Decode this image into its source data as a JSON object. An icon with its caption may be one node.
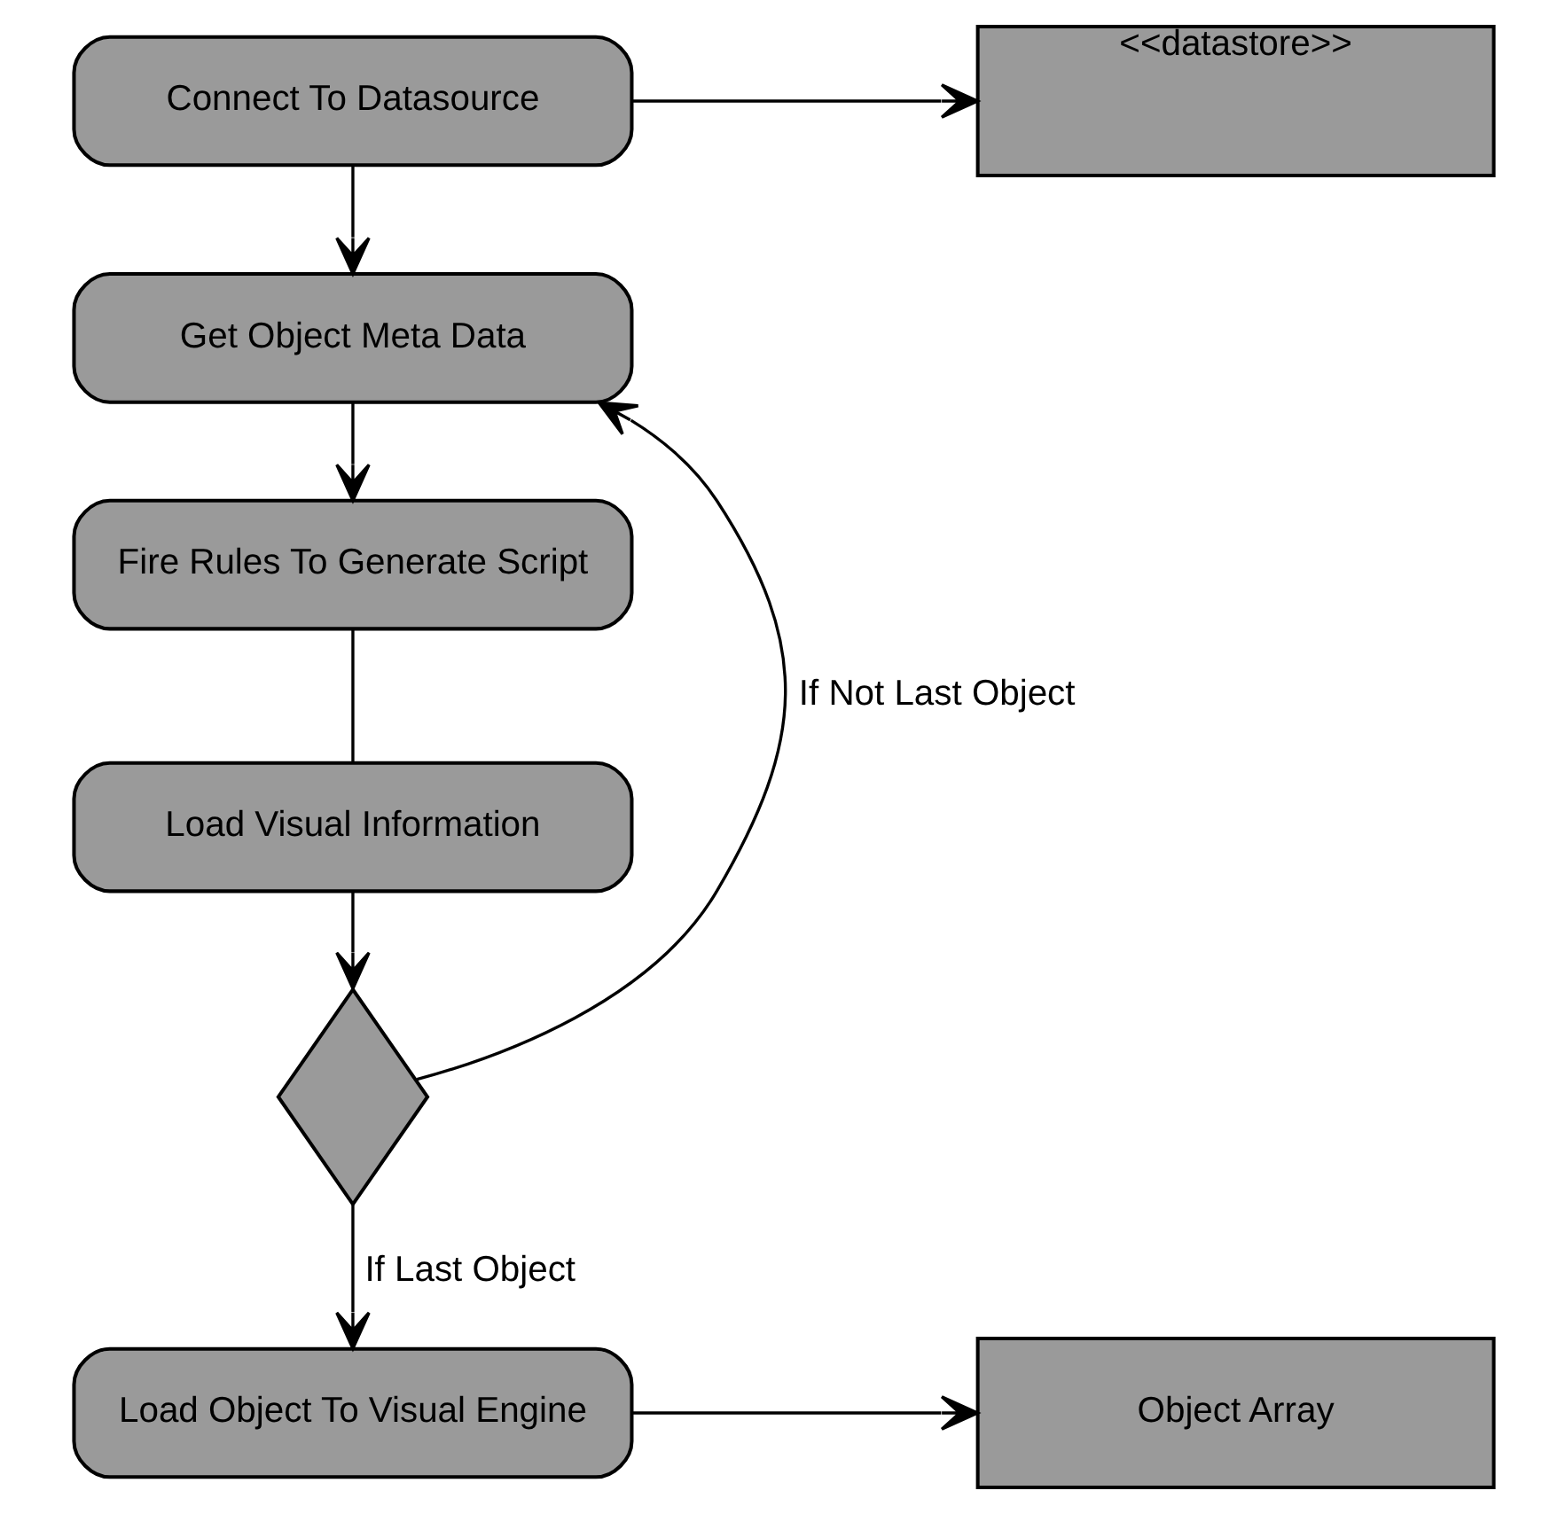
{
  "diagram": {
    "nodes": [
      {
        "text": [
          "Connect To Datasource"
        ]
      },
      {
        "text": [
          "<<datastore>>"
        ]
      },
      {
        "text": [
          "Get Object Meta Data"
        ]
      },
      {
        "text": [
          "Fire Rules To Generate Script"
        ]
      },
      {
        "text": [
          "Load Visual Information"
        ]
      },
      {
        "text": [],
        "shape": "diamond"
      },
      {
        "text": [
          "Load Object To Visual Engine"
        ]
      },
      {
        "text": [
          "Object Array"
        ]
      }
    ],
    "edges": [
      {
        "from": 0,
        "to": 1,
        "arrow": "to"
      },
      {
        "from": 0,
        "to": 2,
        "arrow": "to"
      },
      {
        "from": 2,
        "to": 3,
        "arrow": "to"
      },
      {
        "from": 3,
        "to": 4,
        "arrow": "none"
      },
      {
        "from": 4,
        "to": 5,
        "arrow": "to"
      },
      {
        "from": 5,
        "to": 2,
        "arrow": "to",
        "label": "If Not Last Object"
      },
      {
        "from": 5,
        "to": 6,
        "arrow": "to",
        "label": "If Last Object"
      },
      {
        "from": 6,
        "to": 7,
        "arrow": "to"
      }
    ]
  }
}
